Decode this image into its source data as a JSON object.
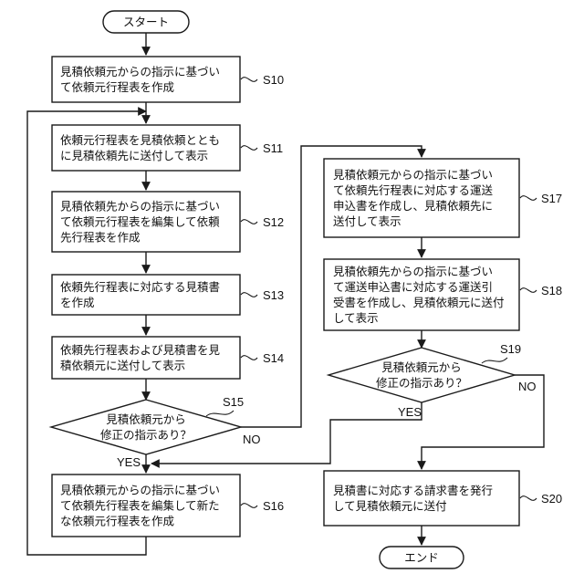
{
  "terminals": {
    "start": "スタート",
    "end": "エンド"
  },
  "steps": {
    "s10": {
      "id": "S10",
      "lines": [
        "見積依頼元からの指示に基づい",
        "て依頼元行程表を作成"
      ]
    },
    "s11": {
      "id": "S11",
      "lines": [
        "依頼元行程表を見積依頼ととも",
        "に見積依頼先に送付して表示"
      ]
    },
    "s12": {
      "id": "S12",
      "lines": [
        "見積依頼先からの指示に基づい",
        "て依頼元行程表を編集して依頼",
        "先行程表を作成"
      ]
    },
    "s13": {
      "id": "S13",
      "lines": [
        "依頼先行程表に対応する見積書",
        "を作成"
      ]
    },
    "s14": {
      "id": "S14",
      "lines": [
        "依頼先行程表および見積書を見",
        "積依頼元に送付して表示"
      ]
    },
    "s15": {
      "id": "S15",
      "lines": [
        "見積依頼元から",
        "修正の指示あり？"
      ]
    },
    "s16": {
      "id": "S16",
      "lines": [
        "見積依頼元からの指示に基づい",
        "て依頼先行程表を編集して新た",
        "な依頼元行程表を作成"
      ]
    },
    "s17": {
      "id": "S17",
      "lines": [
        "見積依頼元からの指示に基づい",
        "て依頼先行程表に対応する運送",
        "申込書を作成し、見積依頼先に",
        "送付して表示"
      ]
    },
    "s18": {
      "id": "S18",
      "lines": [
        "見積依頼先からの指示に基づい",
        "て運送申込書に対応する運送引",
        "受書を作成し、見積依頼元に送付",
        "して表示"
      ]
    },
    "s19": {
      "id": "S19",
      "lines": [
        "見積依頼元から",
        "修正の指示あり？"
      ]
    },
    "s20": {
      "id": "S20",
      "lines": [
        "見積書に対応する請求書を発行",
        "して見積依頼元に送付"
      ]
    }
  },
  "branch_labels": {
    "s15_yes": "YES",
    "s15_no": "NO",
    "s19_yes": "YES",
    "s19_no": "NO"
  }
}
